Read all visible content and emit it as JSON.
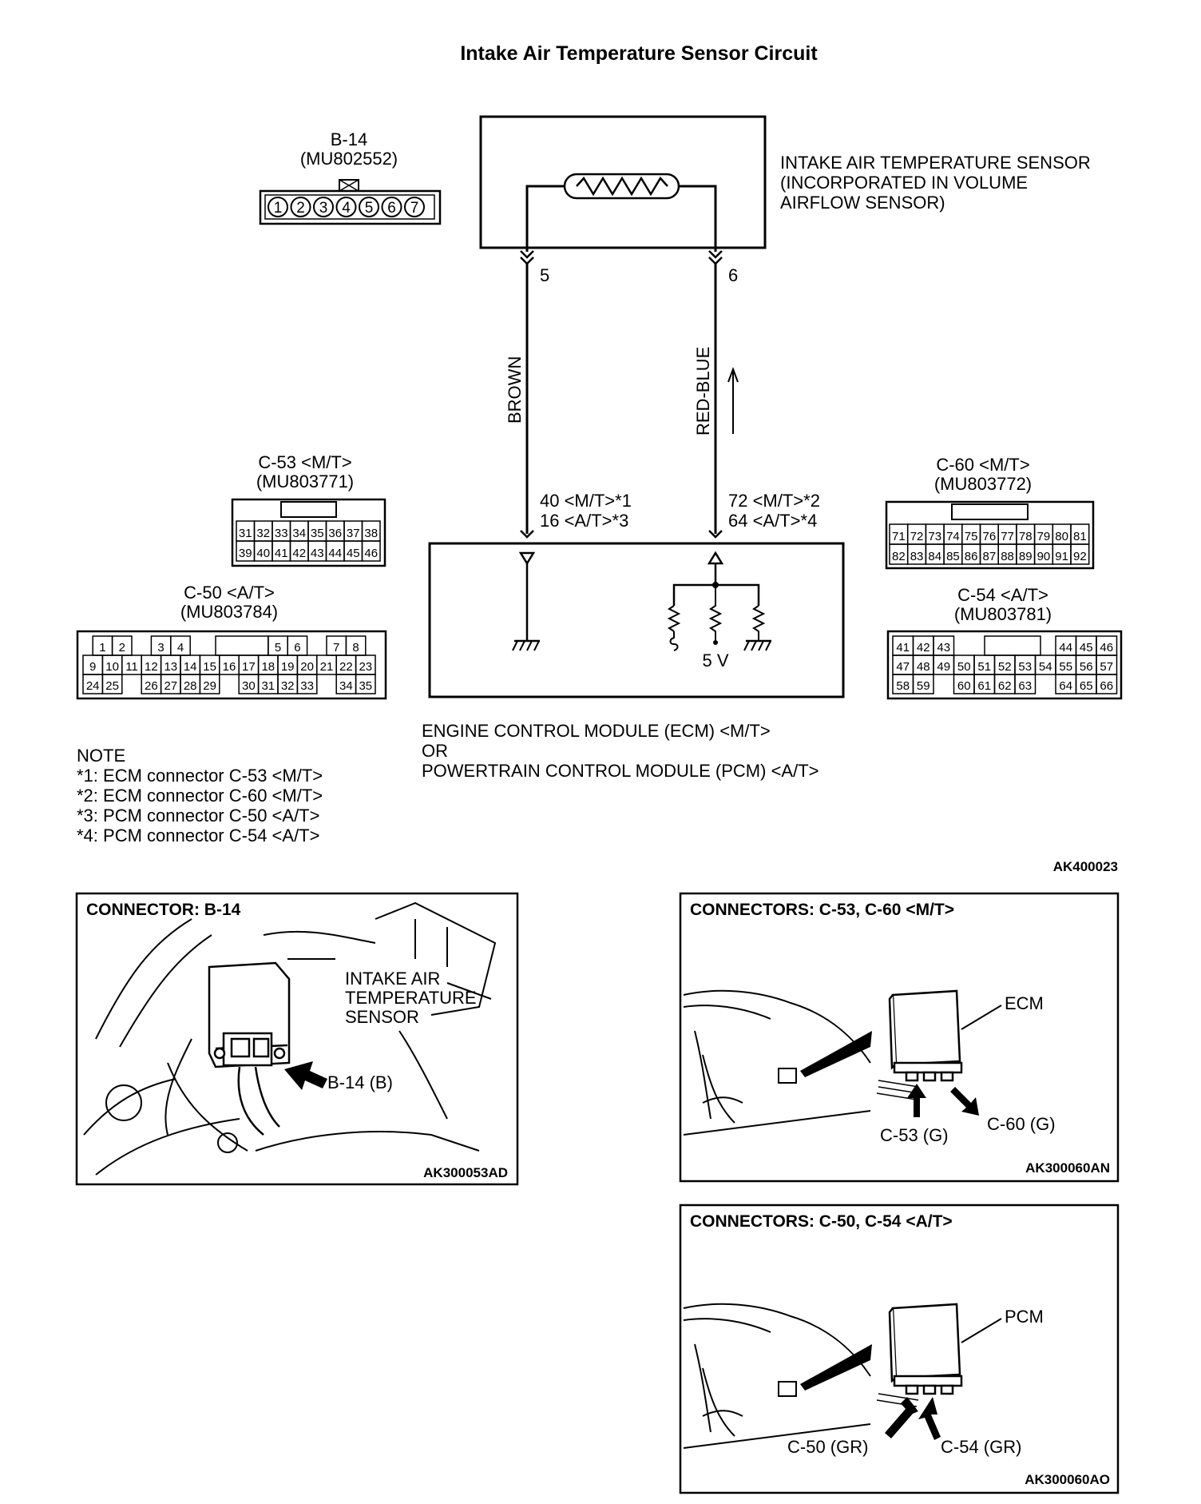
{
  "title": "Intake Air Temperature Sensor Circuit",
  "sensor": {
    "label_lines": [
      "INTAKE AIR TEMPERATURE SENSOR",
      "(INCORPORATED IN VOLUME",
      "AIRFLOW SENSOR)"
    ],
    "pin_left": "5",
    "pin_right": "6"
  },
  "b14": {
    "name": "B-14",
    "part": "(MU802552)",
    "pins": [
      "1",
      "2",
      "3",
      "4",
      "5",
      "6",
      "7"
    ]
  },
  "wires": {
    "left_color": "BROWN",
    "right_color": "RED-BLUE"
  },
  "ecm_pins": {
    "left": [
      "40 <M/T>*1",
      "16 <A/T>*3"
    ],
    "right": [
      "72 <M/T>*2",
      "64 <A/T>*4"
    ],
    "supply": "5 V"
  },
  "c53": {
    "name": "C-53 <M/T>",
    "part": "(MU803771)",
    "rows": [
      [
        "31",
        "32",
        "33",
        "34",
        "35",
        "36",
        "37",
        "38"
      ],
      [
        "39",
        "40",
        "41",
        "42",
        "43",
        "44",
        "45",
        "46"
      ]
    ]
  },
  "c60": {
    "name": "C-60 <M/T>",
    "part": "(MU803772)",
    "rows": [
      [
        "71",
        "72",
        "73",
        "74",
        "75",
        "76",
        "77",
        "78",
        "79",
        "80",
        "81"
      ],
      [
        "82",
        "83",
        "84",
        "85",
        "86",
        "87",
        "88",
        "89",
        "90",
        "91",
        "92"
      ]
    ]
  },
  "c50": {
    "name": "C-50 <A/T>",
    "part": "(MU803784)",
    "rows": [
      [
        "1",
        "2",
        "",
        "3",
        "4",
        "",
        "",
        "",
        "",
        "5",
        "6",
        "",
        "7",
        "8"
      ],
      [
        "9",
        "10",
        "11",
        "12",
        "13",
        "14",
        "15",
        "16",
        "17",
        "18",
        "19",
        "20",
        "21",
        "22",
        "23"
      ],
      [
        "24",
        "25",
        "",
        "26",
        "27",
        "28",
        "29",
        "",
        "30",
        "31",
        "32",
        "33",
        "",
        "34",
        "35"
      ]
    ]
  },
  "c54": {
    "name": "C-54 <A/T>",
    "part": "(MU803781)",
    "rows": [
      [
        "41",
        "42",
        "43",
        "",
        "",
        "",
        "",
        "",
        "44",
        "45",
        "46"
      ],
      [
        "47",
        "48",
        "49",
        "50",
        "51",
        "52",
        "53",
        "54",
        "55",
        "56",
        "57"
      ],
      [
        "58",
        "59",
        "",
        "60",
        "61",
        "62",
        "63",
        "",
        "64",
        "65",
        "66"
      ]
    ]
  },
  "module_lines": [
    "ENGINE CONTROL MODULE (ECM) <M/T>",
    "OR",
    "POWERTRAIN CONTROL MODULE (PCM) <A/T>"
  ],
  "notes": {
    "heading": "NOTE",
    "lines": [
      "*1: ECM connector C-53 <M/T>",
      "*2: ECM connector C-60 <M/T>",
      "*3: PCM connector C-50 <A/T>",
      "*4: PCM connector C-54 <A/T>"
    ]
  },
  "diagram_code": "AK400023",
  "panel_b14": {
    "title": "CONNECTOR: B-14",
    "label_lines": [
      "INTAKE AIR",
      "TEMPERATURE",
      "SENSOR"
    ],
    "callout": "B-14 (B)",
    "code": "AK300053AD"
  },
  "panel_mt": {
    "title": "CONNECTORS: C-53, C-60 <M/T>",
    "module": "ECM",
    "callout_left": "C-53 (G)",
    "callout_right": "C-60 (G)",
    "code": "AK300060AN"
  },
  "panel_at": {
    "title": "CONNECTORS: C-50, C-54 <A/T>",
    "module": "PCM",
    "callout_left": "C-50 (GR)",
    "callout_right": "C-54 (GR)",
    "code": "AK300060AO"
  }
}
